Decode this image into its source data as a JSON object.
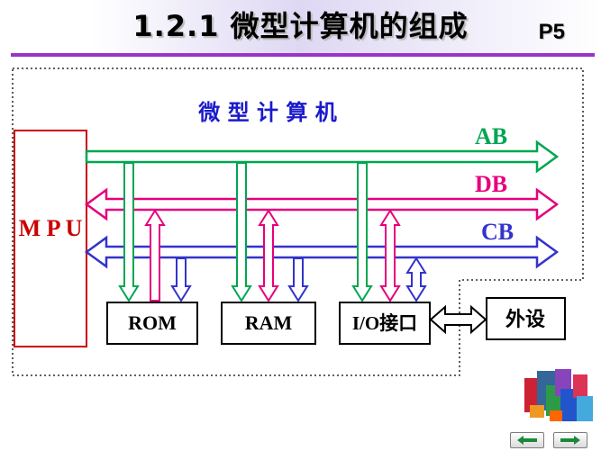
{
  "slide": {
    "title": "1.2.1  微型计算机的组成",
    "page_number": "P5"
  },
  "diagram": {
    "caption": "微 型 计 算 机",
    "cpu_label": "M P U",
    "buses": [
      {
        "label": "AB",
        "color": "#00a651",
        "direction": "one-way"
      },
      {
        "label": "DB",
        "color": "#e6007e",
        "direction": "two-way"
      },
      {
        "label": "CB",
        "color": "#3333cc",
        "direction": "two-way"
      }
    ],
    "components": [
      {
        "label": "ROM"
      },
      {
        "label": "RAM"
      },
      {
        "label": "I/O接口"
      },
      {
        "label": "外设"
      }
    ],
    "colors": {
      "mpu_border": "#cc0000",
      "boundary": "#000000",
      "box_border": "#000000"
    }
  }
}
